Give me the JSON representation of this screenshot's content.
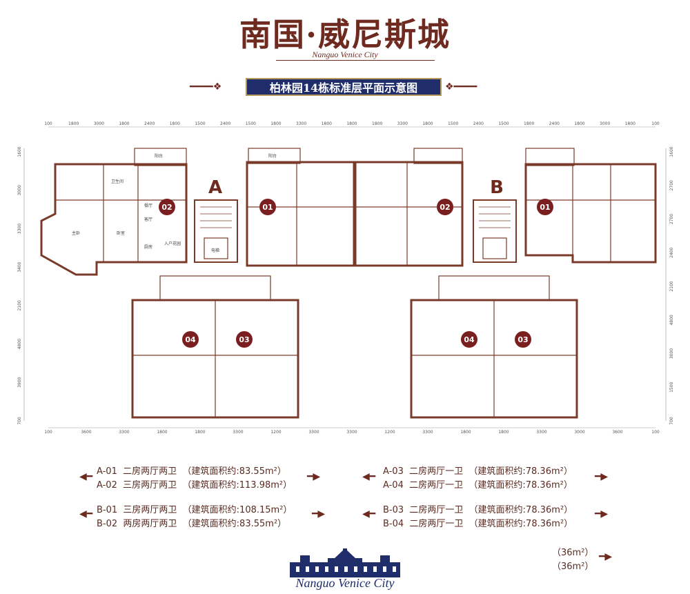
{
  "header": {
    "title": "南国·威尼斯城",
    "subtitle": "Nanguo Venice City",
    "banner": "柏林园14栋标准层平面示意图"
  },
  "plan": {
    "building_labels": [
      "A",
      "B"
    ],
    "unit_badges": [
      "02",
      "01",
      "02",
      "01",
      "04",
      "03",
      "04",
      "03"
    ],
    "top_dims": [
      "100",
      "1800",
      "3000",
      "1800",
      "2400",
      "1800",
      "1500",
      "2400",
      "1500",
      "1800",
      "3300",
      "1800",
      "1800",
      "1800",
      "3300",
      "1800",
      "1500",
      "2400",
      "1500",
      "1800",
      "2400",
      "1800",
      "3000",
      "1800",
      "100"
    ],
    "bottom_dims": [
      "100",
      "3600",
      "3300",
      "1800",
      "1800",
      "3300",
      "1200",
      "3300",
      "3300",
      "1200",
      "3300",
      "1800",
      "1800",
      "3300",
      "3000",
      "3600",
      "100"
    ],
    "left_dims": [
      "1600",
      "3000",
      "3300",
      "3400",
      "2100",
      "4800",
      "3900",
      "700"
    ],
    "right_dims": [
      "1600",
      "2700",
      "2700",
      "2400",
      "2100",
      "4800",
      "3000",
      "1500",
      "700"
    ],
    "room_labels": [
      "阳台",
      "主卧",
      "卧室",
      "客厅",
      "餐厅",
      "厨房",
      "卫生间",
      "入户花园",
      "电梯",
      "阳台"
    ],
    "accent_color": "#7a1f1f",
    "wall_color": "#7a3a2a"
  },
  "legend": {
    "left": [
      "A-01  二房两厅两卫  （建筑面积约:83.55m²）",
      "A-02  三房两厅两卫  （建筑面积约:113.98m²）",
      "B-01  三房两厅两卫  （建筑面积约:108.15m²）",
      "B-02  两房两厅两卫  （建筑面积约:83.55m²）"
    ],
    "right": [
      "A-03  二房两厅一卫  （建筑面积约:78.36m²）",
      "A-04  二房两厅一卫  （建筑面积约:78.36m²）",
      "B-03  二房两厅一卫  （建筑面积约:78.36m²）",
      "B-04  二房两厅一卫  （建筑面积约:78.36m²）"
    ],
    "extra": [
      "（36m²）",
      "（36m²）"
    ]
  },
  "footer": {
    "logo_text": "Nanguo Venice City",
    "logo_color": "#1f2e6b"
  }
}
